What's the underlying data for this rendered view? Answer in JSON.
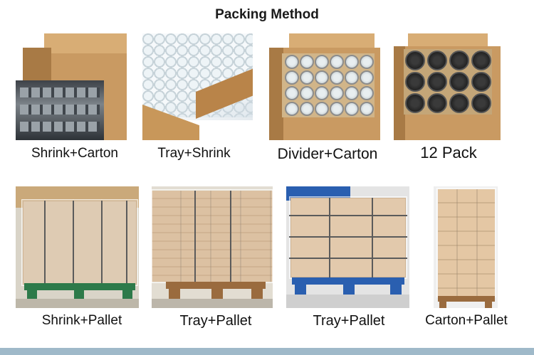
{
  "title": "Packing Method",
  "items": [
    {
      "caption": "Shrink+Carton"
    },
    {
      "caption": "Tray+Shrink"
    },
    {
      "caption": "Divider+Carton"
    },
    {
      "caption": "12 Pack"
    },
    {
      "caption": "Shrink+Pallet"
    },
    {
      "caption": "Tray+Pallet"
    },
    {
      "caption": "Tray+Pallet"
    },
    {
      "caption": "Carton+Pallet"
    }
  ]
}
